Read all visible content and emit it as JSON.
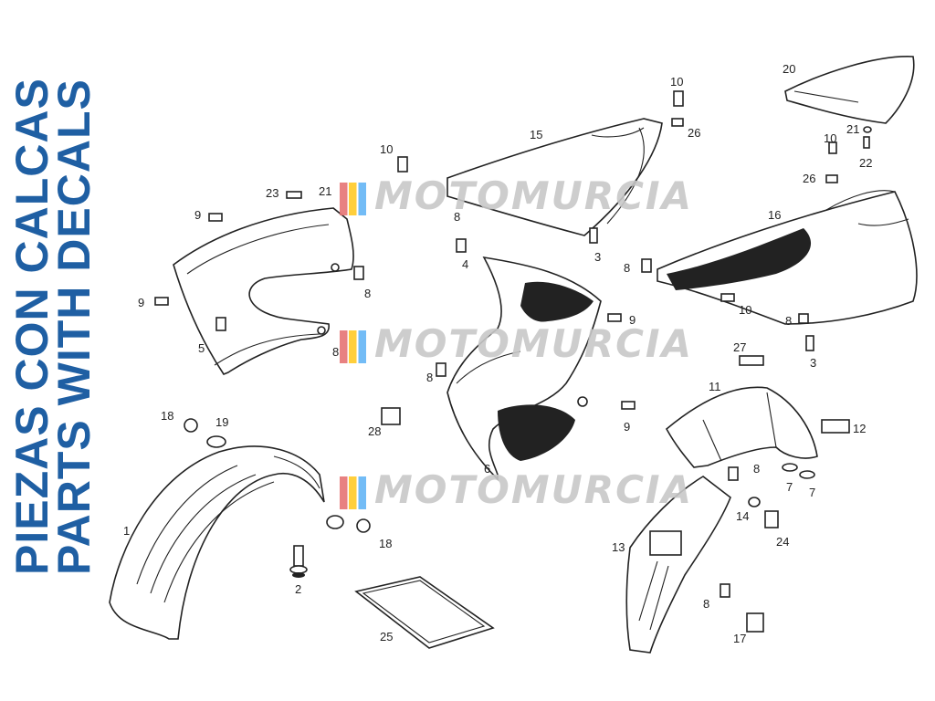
{
  "title": {
    "line1": "PIEZAS CON CALCAS",
    "line2": "PARTS WITH DECALS",
    "color": "#1f5fa3"
  },
  "watermark": {
    "text": "MOTOMURCIA"
  },
  "labels": {
    "l1": "1",
    "l2": "2",
    "l3a": "3",
    "l3b": "3",
    "l4": "4",
    "l5": "5",
    "l6": "6",
    "l7a": "7",
    "l7b": "7",
    "l8a": "8",
    "l8b": "8",
    "l8c": "8",
    "l8d": "8",
    "l8e": "8",
    "l8f": "8",
    "l8g": "8",
    "l8h": "8",
    "l9a": "9",
    "l9b": "9",
    "l9c": "9",
    "l9d": "9",
    "l10a": "10",
    "l10b": "10",
    "l10c": "10",
    "l10d": "10",
    "l11": "11",
    "l12": "12",
    "l13": "13",
    "l14": "14",
    "l15": "15",
    "l16": "16",
    "l17": "17",
    "l18a": "18",
    "l18b": "18",
    "l19": "19",
    "l20": "20",
    "l21a": "21",
    "l21b": "21",
    "l22": "22",
    "l23": "23",
    "l24": "24",
    "l25": "25",
    "l26a": "26",
    "l26b": "26",
    "l27": "27",
    "l28": "28"
  }
}
